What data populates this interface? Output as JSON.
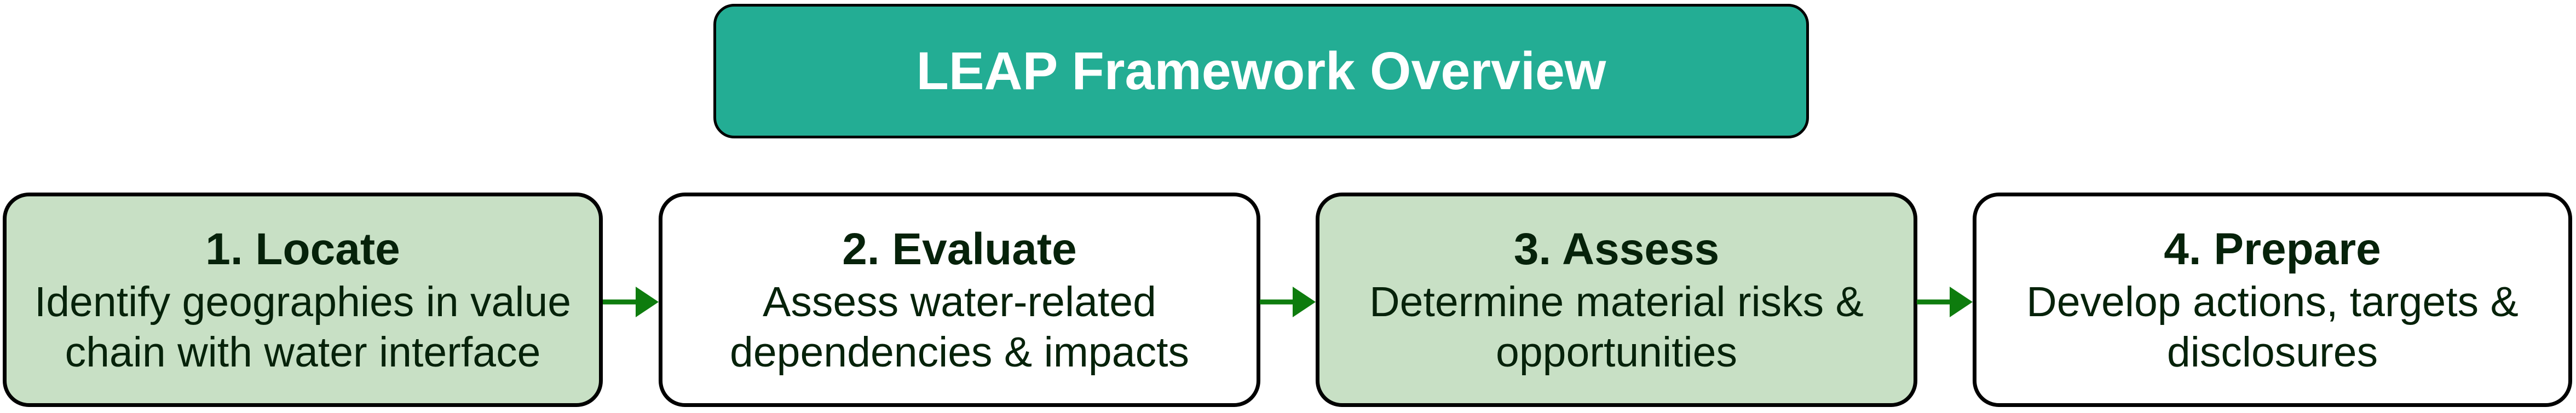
{
  "title": "LEAP Framework Overview",
  "steps": [
    {
      "heading": "1. Locate",
      "description": "Identify geographies in value chain with water interface",
      "highlighted": true
    },
    {
      "heading": "2. Evaluate",
      "description": "Assess water-related dependencies & impacts",
      "highlighted": false
    },
    {
      "heading": "3. Assess",
      "description": "Determine material risks & opportunities",
      "highlighted": true
    },
    {
      "heading": "4. Prepare",
      "description": "Develop actions, targets & disclosures",
      "highlighted": false
    }
  ],
  "arrows": [
    {
      "name": "right-arrow",
      "glyph": "→"
    },
    {
      "name": "right-arrow",
      "glyph": "→"
    },
    {
      "name": "right-arrow",
      "glyph": "→"
    }
  ],
  "colors": {
    "title_bg": "#23ad94",
    "title_text": "#ffffff",
    "step_highlight_bg": "#c8e0c5",
    "step_plain_bg": "#ffffff",
    "step_text": "#06220a",
    "border": "#000000",
    "arrow": "#0e7c0e"
  }
}
